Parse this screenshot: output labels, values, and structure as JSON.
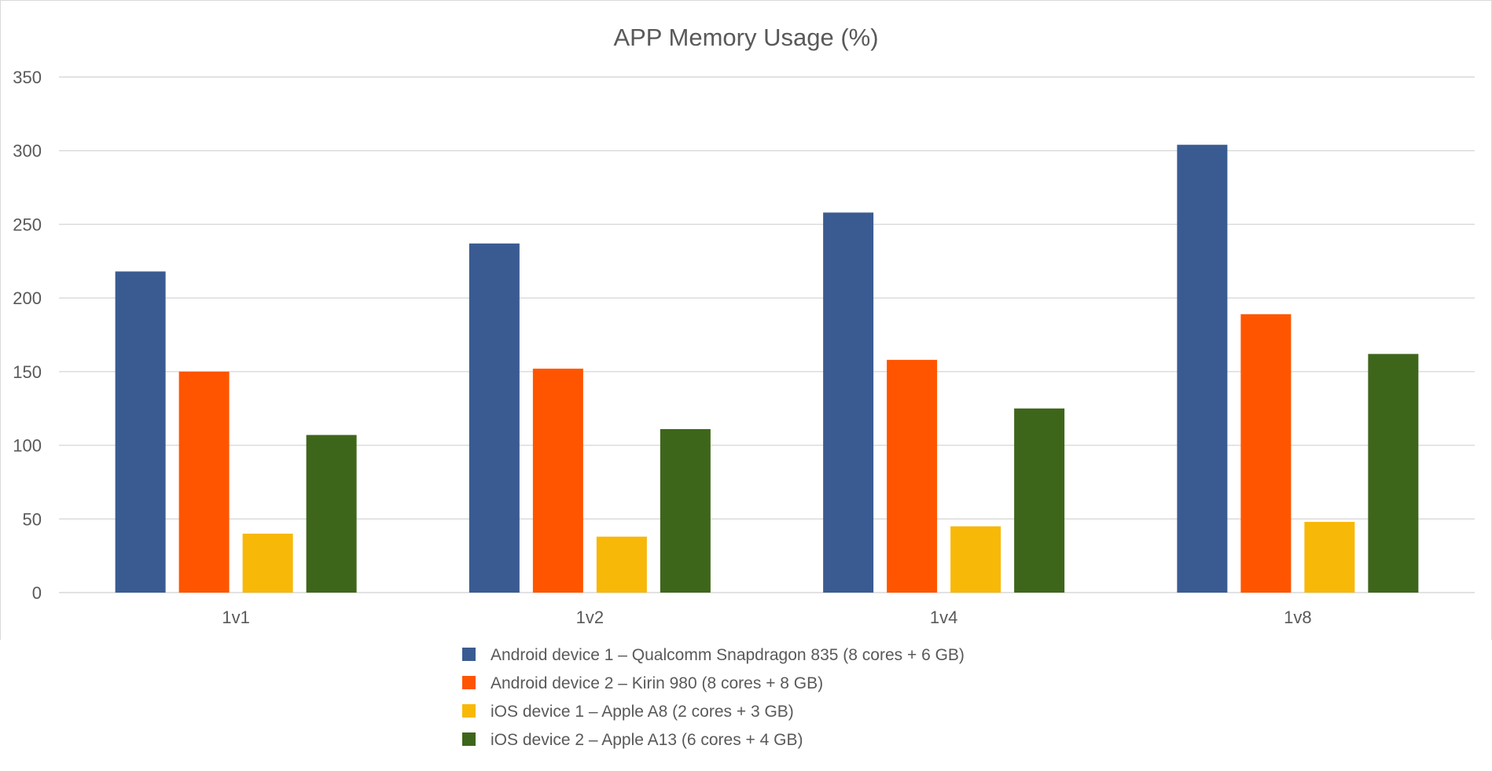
{
  "chart_data": {
    "type": "bar",
    "title": "APP Memory Usage (%)",
    "xlabel": "",
    "ylabel": "",
    "ylim": [
      0,
      350
    ],
    "yticks": [
      0,
      50,
      100,
      150,
      200,
      250,
      300,
      350
    ],
    "grid": true,
    "legend_position": "bottom",
    "categories": [
      "1v1",
      "1v2",
      "1v4",
      "1v8"
    ],
    "series": [
      {
        "name": "Android device 1 – Qualcomm Snapdragon 835 (8 cores + 6 GB)",
        "color": "#3a5b92",
        "values": [
          218,
          237,
          258,
          304
        ]
      },
      {
        "name": "Android device 2 – Kirin 980 (8 cores + 8 GB)",
        "color": "#ff5500",
        "values": [
          150,
          152,
          158,
          189
        ]
      },
      {
        "name": "iOS device 1 – Apple A8 (2 cores + 3 GB)",
        "color": "#f8b808",
        "values": [
          40,
          38,
          45,
          48
        ]
      },
      {
        "name": "iOS device 2 – Apple A13 (6 cores + 4 GB)",
        "color": "#3e661b",
        "values": [
          107,
          111,
          125,
          162
        ]
      }
    ]
  }
}
